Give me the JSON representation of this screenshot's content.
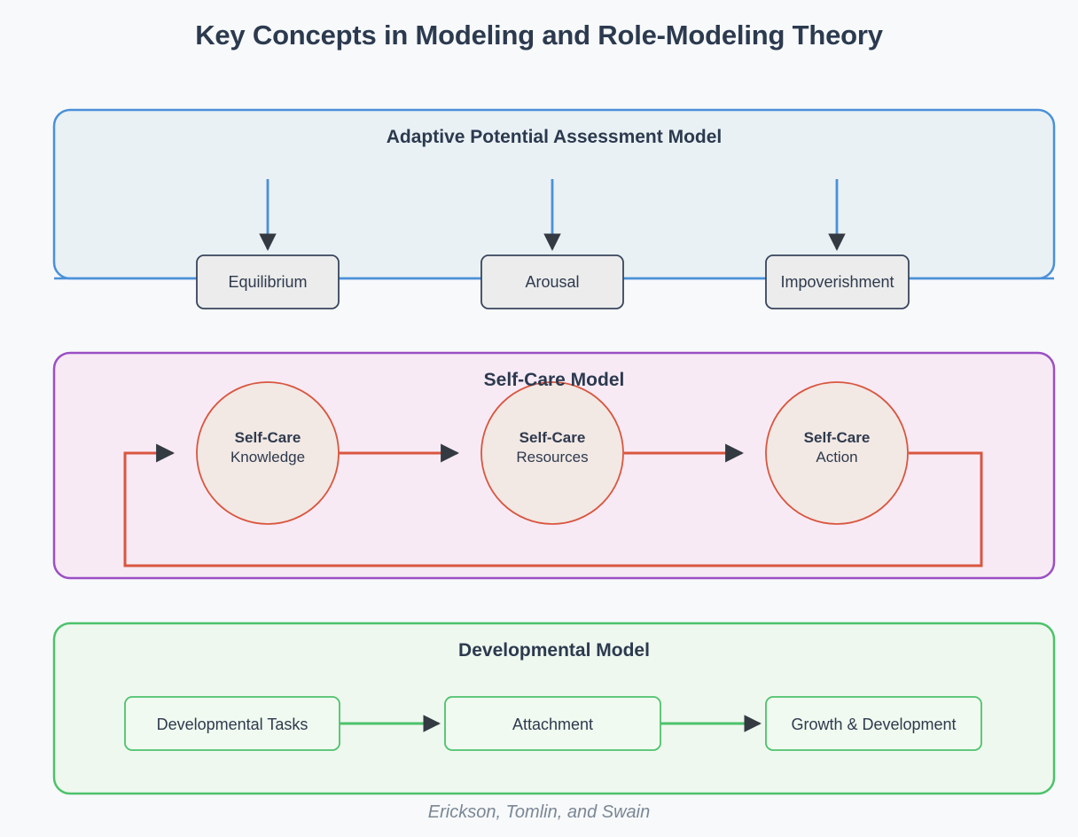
{
  "page": {
    "title": "Key Concepts in Modeling and Role-Modeling Theory",
    "background_color": "#f7f9fb",
    "footer_caption": "Erickson, Tomlin, and Swain"
  },
  "chart_data": {
    "type": "diagram",
    "title": "Key Concepts in Modeling and Role-Modeling Theory",
    "caption": "Erickson, Tomlin, and Swain",
    "clusters": [
      {
        "id": "apam",
        "title": "Adaptive Potential Assessment Model",
        "border_color": "#4a90d9",
        "fill_color": "#e9f1f5",
        "node_shape": "rounded-rect",
        "node_fill": "#ececec",
        "node_border": "#38455c",
        "edge_color": "#4a90d9",
        "nodes": [
          {
            "id": "equilibrium",
            "label": "Equilibrium"
          },
          {
            "id": "arousal",
            "label": "Arousal"
          },
          {
            "id": "impoverishment",
            "label": "Impoverishment"
          }
        ],
        "edges": [
          {
            "from": "equilibrium",
            "to": "arousal",
            "style": "solid-arrow-down-entry"
          },
          {
            "from": "arousal",
            "to": "impoverishment",
            "style": "solid-arrow-down-entry"
          }
        ]
      },
      {
        "id": "selfcare",
        "title": "Self-Care Model",
        "border_color": "#9b4fc4",
        "fill_color": "#f7eaf5",
        "node_shape": "circle",
        "node_fill": "#f2e8e4",
        "node_border": "#d9563f",
        "edge_color": "#d9563f",
        "nodes": [
          {
            "id": "sc_knowledge",
            "label_strong": "Self-Care",
            "label_plain": "Knowledge"
          },
          {
            "id": "sc_resources",
            "label_strong": "Self-Care",
            "label_plain": "Resources"
          },
          {
            "id": "sc_action",
            "label_strong": "Self-Care",
            "label_plain": "Action"
          }
        ],
        "edges": [
          {
            "from": "sc_knowledge",
            "to": "sc_resources",
            "style": "arrow"
          },
          {
            "from": "sc_resources",
            "to": "sc_action",
            "style": "arrow"
          },
          {
            "from": "sc_action",
            "to": "sc_knowledge",
            "style": "feedback-loop"
          }
        ]
      },
      {
        "id": "developmental",
        "title": "Developmental Model",
        "border_color": "#4dc26b",
        "fill_color": "#eff8ef",
        "node_shape": "rounded-rect",
        "node_fill": "#f0faf0",
        "node_border": "#4dc26b",
        "edge_color": "#4dc26b",
        "nodes": [
          {
            "id": "dev_tasks",
            "label": "Developmental Tasks"
          },
          {
            "id": "attachment",
            "label": "Attachment"
          },
          {
            "id": "growth",
            "label": "Growth & Development"
          }
        ],
        "edges": [
          {
            "from": "dev_tasks",
            "to": "attachment",
            "style": "arrow"
          },
          {
            "from": "attachment",
            "to": "growth",
            "style": "arrow"
          }
        ]
      }
    ]
  }
}
